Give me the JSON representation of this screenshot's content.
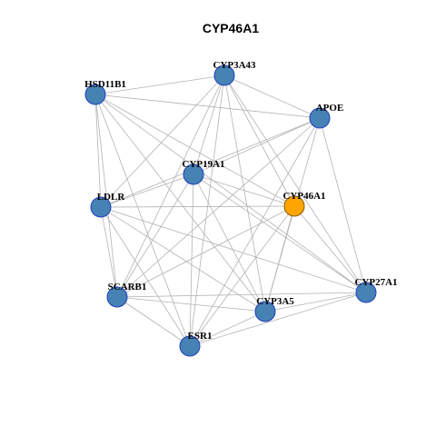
{
  "diagram": {
    "title": "CYP46A1",
    "colors": {
      "node_fill": "#4682B4",
      "node_stroke": "#1f3fbf",
      "highlight_fill": "#FFA500",
      "highlight_stroke": "#8b5a00",
      "edge": "#b3b3b3"
    },
    "nodes": [
      {
        "id": "CYP3A43",
        "label": "CYP3A43",
        "highlight": false
      },
      {
        "id": "HSD11B1",
        "label": "HSD11B1",
        "highlight": false
      },
      {
        "id": "APOE",
        "label": "APOE",
        "highlight": false
      },
      {
        "id": "CYP19A1",
        "label": "CYP19A1",
        "highlight": false
      },
      {
        "id": "LDLR",
        "label": "LDLR",
        "highlight": false
      },
      {
        "id": "CYP46A1",
        "label": "CYP46A1",
        "highlight": true
      },
      {
        "id": "SCARB1",
        "label": "SCARB1",
        "highlight": false
      },
      {
        "id": "CYP27A1",
        "label": "CYP27A1",
        "highlight": false
      },
      {
        "id": "CYP3A5",
        "label": "CYP3A5",
        "highlight": false
      },
      {
        "id": "ESR1",
        "label": "ESR1",
        "highlight": false
      }
    ],
    "edges": [
      [
        "CYP3A43",
        "HSD11B1"
      ],
      [
        "CYP3A43",
        "APOE"
      ],
      [
        "CYP3A43",
        "LDLR"
      ],
      [
        "CYP3A43",
        "SCARB1"
      ],
      [
        "CYP3A43",
        "ESR1"
      ],
      [
        "CYP3A43",
        "CYP3A5"
      ],
      [
        "CYP3A43",
        "CYP27A1"
      ],
      [
        "CYP3A43",
        "CYP46A1"
      ],
      [
        "CYP3A43",
        "CYP19A1"
      ],
      [
        "HSD11B1",
        "APOE"
      ],
      [
        "HSD11B1",
        "LDLR"
      ],
      [
        "HSD11B1",
        "SCARB1"
      ],
      [
        "HSD11B1",
        "ESR1"
      ],
      [
        "HSD11B1",
        "CYP3A5"
      ],
      [
        "HSD11B1",
        "CYP46A1"
      ],
      [
        "HSD11B1",
        "CYP27A1"
      ],
      [
        "APOE",
        "LDLR"
      ],
      [
        "APOE",
        "SCARB1"
      ],
      [
        "APOE",
        "ESR1"
      ],
      [
        "APOE",
        "CYP3A5"
      ],
      [
        "APOE",
        "CYP27A1"
      ],
      [
        "APOE",
        "CYP19A1"
      ],
      [
        "CYP19A1",
        "LDLR"
      ],
      [
        "CYP19A1",
        "SCARB1"
      ],
      [
        "CYP19A1",
        "ESR1"
      ],
      [
        "CYP19A1",
        "CYP3A5"
      ],
      [
        "CYP19A1",
        "CYP27A1"
      ],
      [
        "CYP19A1",
        "CYP46A1"
      ],
      [
        "LDLR",
        "CYP46A1"
      ],
      [
        "LDLR",
        "SCARB1"
      ],
      [
        "LDLR",
        "ESR1"
      ],
      [
        "LDLR",
        "CYP3A5"
      ],
      [
        "LDLR",
        "CYP27A1"
      ],
      [
        "CYP46A1",
        "SCARB1"
      ],
      [
        "CYP46A1",
        "ESR1"
      ],
      [
        "CYP46A1",
        "CYP3A5"
      ],
      [
        "CYP46A1",
        "CYP27A1"
      ],
      [
        "SCARB1",
        "ESR1"
      ],
      [
        "SCARB1",
        "CYP3A5"
      ],
      [
        "SCARB1",
        "CYP27A1"
      ],
      [
        "CYP27A1",
        "CYP3A5"
      ],
      [
        "CYP27A1",
        "ESR1"
      ],
      [
        "CYP3A5",
        "ESR1"
      ]
    ]
  }
}
